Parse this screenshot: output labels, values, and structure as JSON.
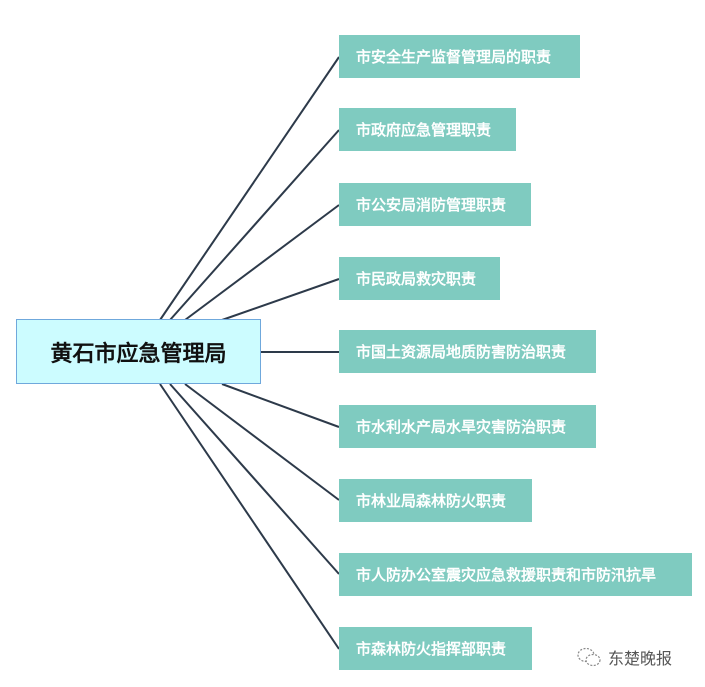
{
  "root": {
    "label": "黄石市应急管理局"
  },
  "nodes": [
    {
      "label": "市安全生产监督管理局的职责"
    },
    {
      "label": "市政府应急管理职责"
    },
    {
      "label": "市公安局消防管理职责"
    },
    {
      "label": "市民政局救灾职责"
    },
    {
      "label": "市国土资源局地质防害防治职责"
    },
    {
      "label": "市水利水产局水旱灾害防治职责"
    },
    {
      "label": "市林业局森林防火职责"
    },
    {
      "label": "市人防办公室震灾应急救援职责和市防汛抗旱"
    },
    {
      "label": "市森林防火指挥部职责"
    }
  ],
  "watermark": {
    "label": "东楚晚报",
    "icon": "wechat-icon"
  },
  "colors": {
    "node": "#7fcbc0",
    "root_fill": "#ccfcff",
    "root_border": "#6fa8dc",
    "line": "#2d3a4a"
  }
}
